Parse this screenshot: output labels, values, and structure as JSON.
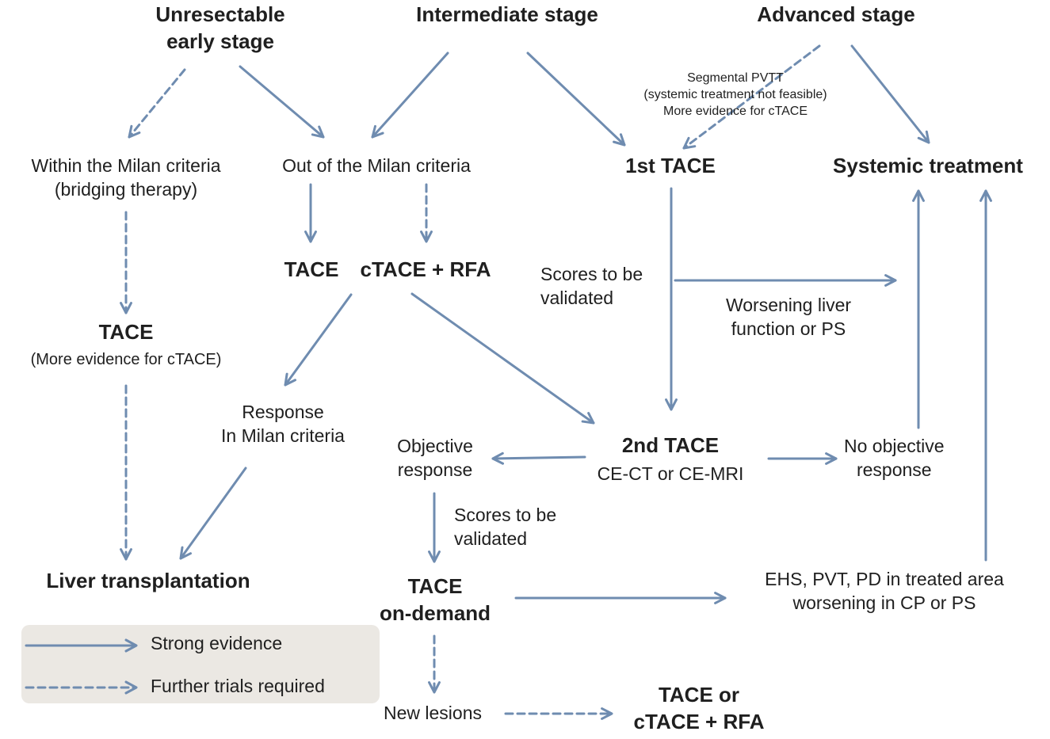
{
  "colors": {
    "arrow": "#6f8cb0",
    "legend_bg": "#ebe8e3",
    "text": "#1f1f1f"
  },
  "stages": {
    "unresectable_early": [
      "Unresectable",
      "early stage"
    ],
    "intermediate": "Intermediate stage",
    "advanced": "Advanced stage"
  },
  "nodes": {
    "within_milan": [
      "Within the Milan criteria",
      "(bridging therapy)"
    ],
    "out_of_milan": "Out of the Milan criteria",
    "first_tace": "1st TACE",
    "systemic_treatment": "Systemic treatment",
    "segmental_pvtt": [
      "Segmental PVTT",
      "(systemic treatment not feasible)",
      "More evidence for cTACE"
    ],
    "tace_mid": "TACE",
    "ctace_rfa": "cTACE + RFA",
    "scores_upper": [
      "Scores to be",
      "validated"
    ],
    "worsening_liver": [
      "Worsening liver",
      "function or PS"
    ],
    "tace_bridging_title": "TACE",
    "tace_bridging_sub": "(More evidence for cTACE)",
    "response_milan": [
      "Response",
      "In Milan criteria"
    ],
    "second_tace_title": "2nd TACE",
    "second_tace_sub": "CE-CT or CE-MRI",
    "objective_response": [
      "Objective",
      "response"
    ],
    "no_objective_response": [
      "No objective",
      "response"
    ],
    "scores_lower": [
      "Scores to be",
      "validated"
    ],
    "liver_transplantation": "Liver transplantation",
    "tace_on_demand": [
      "TACE",
      "on-demand"
    ],
    "ehs_pvt": [
      "EHS, PVT, PD in treated area",
      "worsening in CP or PS"
    ],
    "new_lesions": "New lesions",
    "tace_or_ctace": [
      "TACE or",
      "cTACE + RFA"
    ]
  },
  "legend": {
    "solid_label": "Strong evidence",
    "dashed_label": "Further trials required"
  }
}
